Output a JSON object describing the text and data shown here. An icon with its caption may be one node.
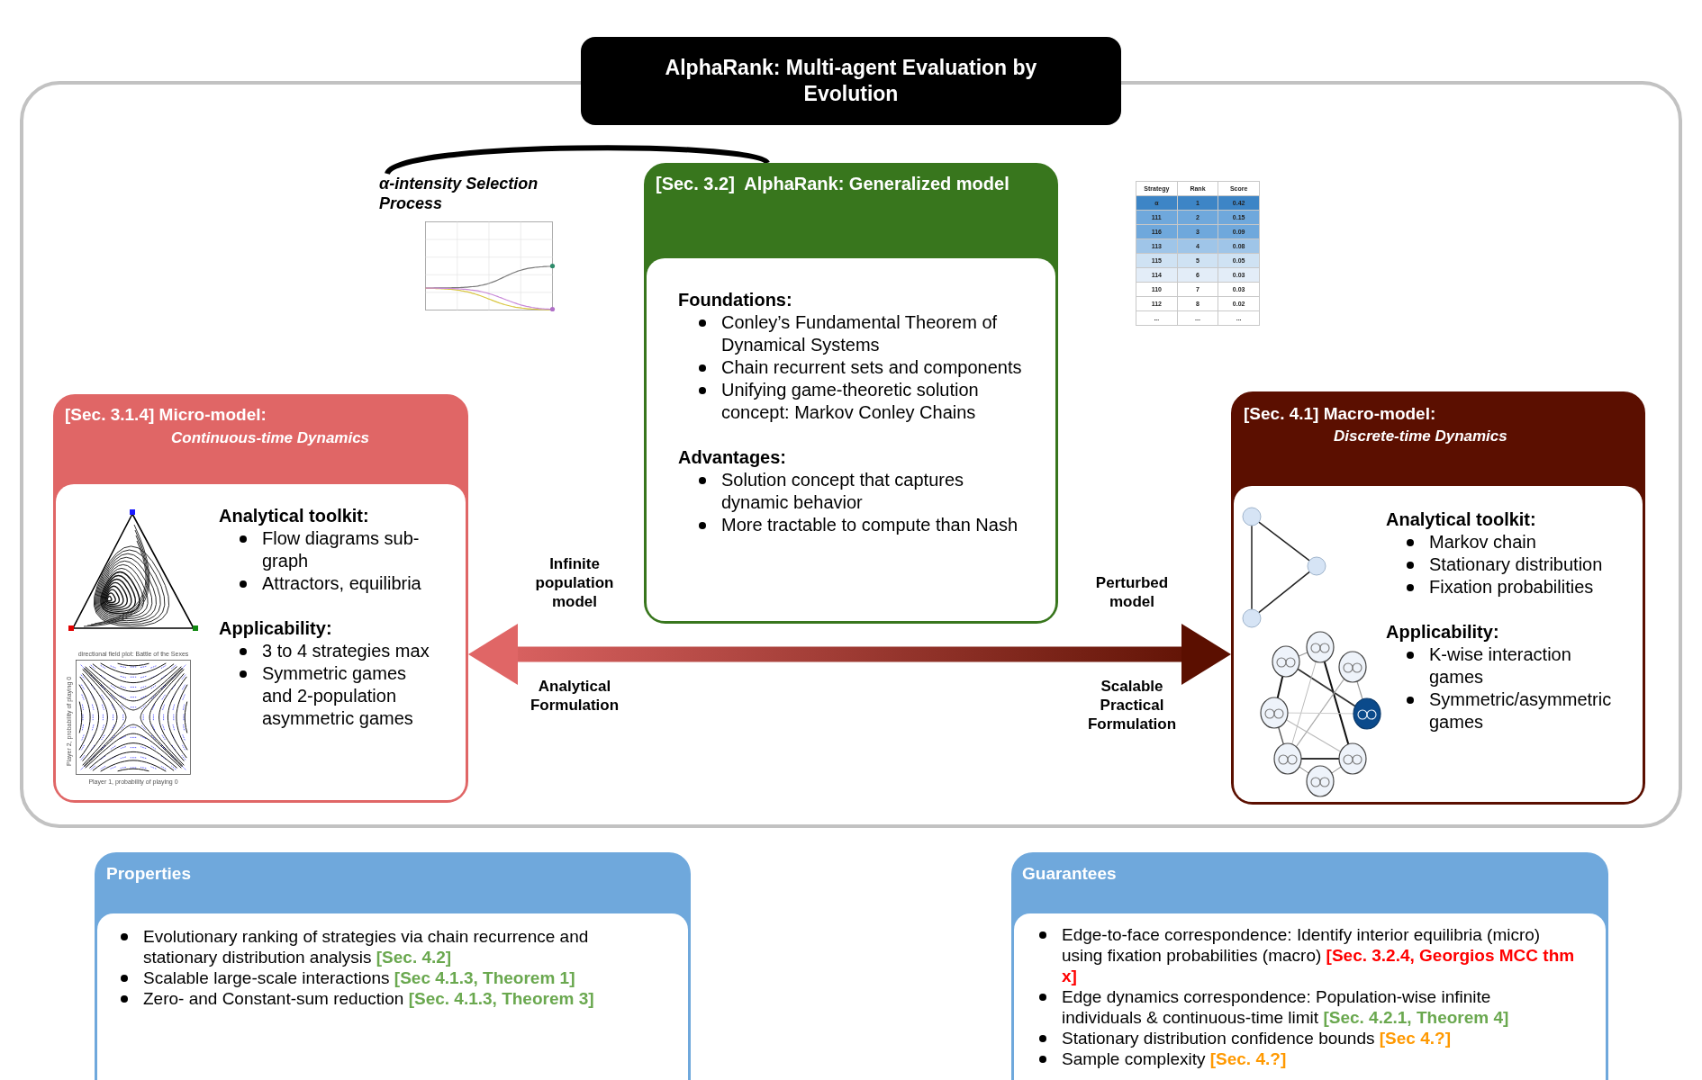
{
  "diagram": {
    "title": "AlphaRank: Multi-agent Evaluation by Evolution",
    "nodes": [
      {
        "text": [],
        "shape": "box"
      },
      {
        "text": [
          "α-intensity Selection Process"
        ],
        "in": 0
      },
      {
        "text": [
          "[Sec. 3.2]  AlphaRank: Generalized model",
          "Foundations:",
          "Conley’s Fundamental Theorem of Dynamical Systems",
          "Chain recurrent sets and components",
          "Unifying game-theoretic solution concept: Markov Conley Chains",
          "Advantages:",
          "Solution concept that captures dynamic behavior",
          "More tractable to compute than Nash"
        ],
        "in": 0
      },
      {
        "text": [
          "[Sec. 3.1.4] Micro-model:",
          "Continuous-time Dynamics",
          "Analytical toolkit:",
          "Flow diagrams sub-graph",
          "Attractors, equilibria",
          "Applicability:",
          "3 to 4 strategies max",
          "Symmetric games and 2-population asymmetric games"
        ],
        "in": 0
      },
      {
        "text": [
          "[Sec. 4.1] Macro-model:",
          "Discrete-time Dynamics",
          "Analytical toolkit:",
          "Markov chain",
          "Stationary distribution",
          "Fixation probabilities",
          "Applicability:",
          "K-wise interaction games",
          "Symmetric/asymmetric games"
        ],
        "in": 0
      },
      {
        "text": [
          "Properties",
          "Evolutionary ranking of strategies via chain recurrence and stationary distribution analysis **[Sec. 4.2]**",
          "Scalable large-scale interactions **[Sec 4.1.3, Theorem 1]**",
          "Zero- and Constant-sum reduction **[Sec. 4.1.3, Theorem 3]**"
        ]
      },
      {
        "text": [
          "Guarantees",
          "Edge-to-face correspondence: Identify interior equilibria (micro) using fixation probabilities (macro)  **[Sec. 3.2.4, Georgios MCC thm x]**",
          "Edge dynamics correspondence: Population-wise infinite individuals & continuous-time limit **[Sec. 4.2.1, Theorem 4]**",
          "Stationary distribution confidence bounds  **[Sec 4.?]**",
          "Sample complexity **[Sec. 4.?]**"
        ]
      }
    ],
    "edges": [
      {
        "from": 1,
        "to": 2,
        "arrow": "none"
      },
      {
        "from": 3,
        "to": 4,
        "arrow": "both",
        "style": "thick",
        "color": "#e06666"
      }
    ],
    "labels": [
      "Strategy",
      "Rank",
      "Score",
      "α",
      "1",
      "0.42",
      "111",
      "2",
      "0.15",
      "116",
      "3",
      "0.09",
      "113",
      "4",
      "0.08",
      "115",
      "5",
      "0.05",
      "114",
      "6",
      "0.03",
      "110",
      "7",
      "0.03",
      "112",
      "8",
      "0.02",
      "...",
      "...",
      "...",
      "Infinite population model",
      "Perturbed model",
      "Analytical Formulation",
      "Scalable Practical Formulation",
      "directional field plot: Battle of the Sexes",
      "Player 1, probability of playing 0",
      "Player 2, probability of playing 0"
    ]
  }
}
